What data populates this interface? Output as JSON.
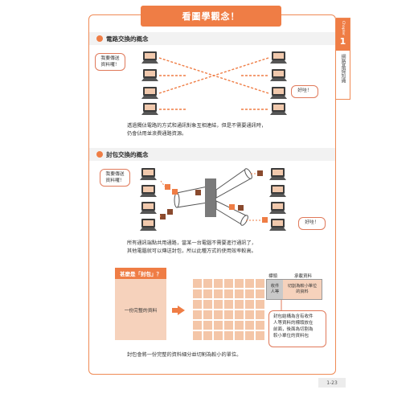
{
  "page_title": "看圖學觀念！",
  "chapter": {
    "word": "Chapter",
    "number": "1",
    "title": "網路基礎知識"
  },
  "section1": {
    "heading": "電路交換的概念",
    "bubble_left": [
      "我要傳送",
      "資料囉！"
    ],
    "bubble_right": "好哇！",
    "caption": [
      "透過獨佔電路的方式和通訊對象互相連結，但是不需要通訊時，",
      "仍會佔用並浪費通路資源。"
    ]
  },
  "section2": {
    "heading": "封包交換的概念",
    "bubble_left": [
      "我要傳送",
      "資料囉！"
    ],
    "bubble_right": "好哇！",
    "caption": [
      "所有通訊端點共用通路，當某一台電腦不需要進行通訊了，",
      "其他電腦就可以傳送封包，所以此種方式的使用效率較高。"
    ]
  },
  "packet_box": {
    "heading": "甚麼是「封包」？",
    "whole_data": "一份完整的資料",
    "label_header": "標頭",
    "label_data": "承載資料",
    "header_cell": [
      "收件",
      "人等"
    ],
    "body_cell": [
      "切割為較小單位",
      "的資料"
    ],
    "note": [
      "封包結構為含有收件",
      "人等資料的標頭放在",
      "前面，後面為切割為",
      "較小單位的資料包"
    ],
    "caption": "封包會將一份完整的資料細分並切割為較小的單位。"
  },
  "footer": {
    "page_number": "1-23"
  },
  "colors": {
    "accent": "#ef7d45",
    "light": "#f6d2bc",
    "packet": "#8a4a2e",
    "pipe": "#7a7a7a"
  },
  "icons": [
    "laptop-icon",
    "packet-icon"
  ]
}
